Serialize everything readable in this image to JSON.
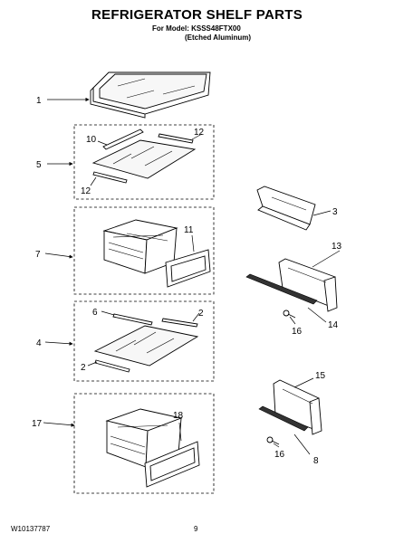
{
  "header": {
    "title": "REFRIGERATOR SHELF PARTS",
    "model_line": "For Model: KSSS48FTX00",
    "finish_line": "(Etched Aluminum)"
  },
  "callouts": {
    "c1": "1",
    "c2a": "2",
    "c2b": "2",
    "c3": "3",
    "c4": "4",
    "c5": "5",
    "c6": "6",
    "c7": "7",
    "c8": "8",
    "c10": "10",
    "c11": "11",
    "c12a": "12",
    "c12b": "12",
    "c13": "13",
    "c14": "14",
    "c15": "15",
    "c16a": "16",
    "c16b": "16",
    "c17": "17",
    "c18": "18"
  },
  "footer": {
    "doc_number": "W10137787",
    "page_number": "9"
  }
}
